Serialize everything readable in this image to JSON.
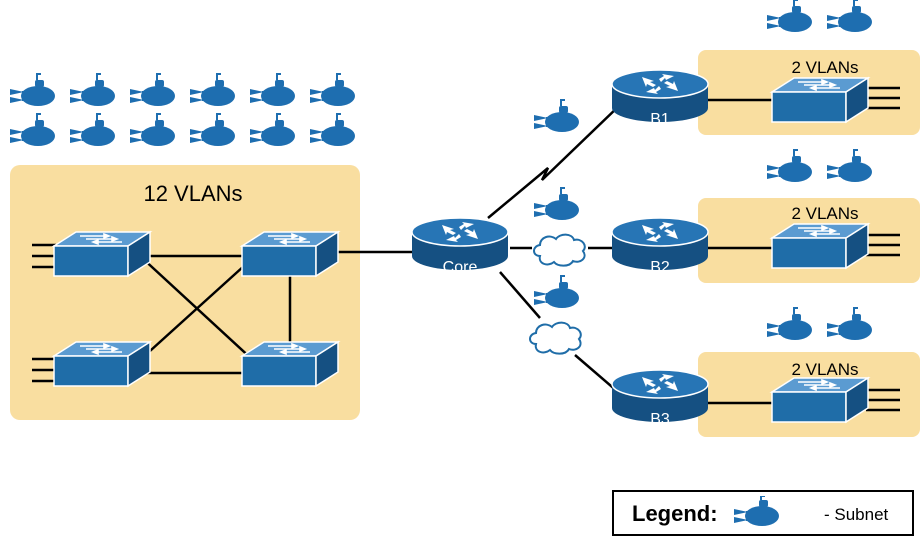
{
  "colors": {
    "area_fill": "#F9DEA0",
    "device_blue": "#1F6DA8",
    "subnet_blue": "#1E6EB0",
    "line": "#000000"
  },
  "main_site": {
    "label": "12 VLANs"
  },
  "core_router": {
    "label": "Core"
  },
  "branches": [
    {
      "router_label": "B1",
      "area_label": "2 VLANs"
    },
    {
      "router_label": "B2",
      "area_label": "2 VLANs"
    },
    {
      "router_label": "B3",
      "area_label": "2 VLANs"
    }
  ],
  "legend": {
    "title": "Legend:",
    "subnet_label": "- Subnet",
    "icon": "subnet-icon"
  }
}
